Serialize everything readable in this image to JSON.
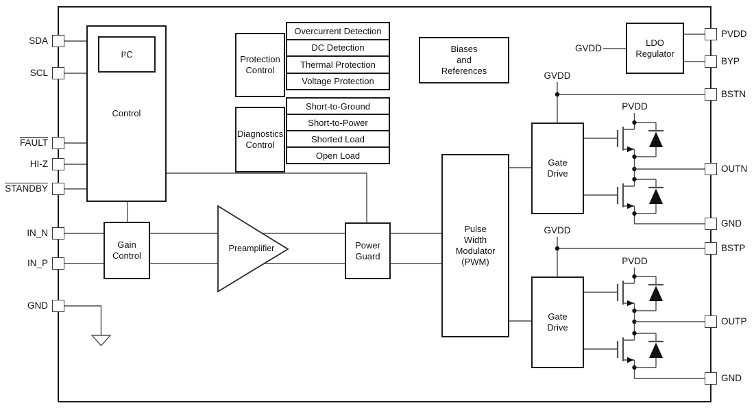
{
  "pins": {
    "left": [
      {
        "label": "SDA",
        "overline": false
      },
      {
        "label": "SCL",
        "overline": false
      },
      {
        "label": "FAULT",
        "overline": true
      },
      {
        "label": "HI-Z",
        "overline": false
      },
      {
        "label": "STANDBY",
        "overline": true
      },
      {
        "label": "IN_N",
        "overline": false
      },
      {
        "label": "IN_P",
        "overline": false
      },
      {
        "label": "GND",
        "overline": false
      }
    ],
    "right": [
      {
        "label": "PVDD"
      },
      {
        "label": "BYP"
      },
      {
        "label": "BSTN"
      },
      {
        "label": "OUTN"
      },
      {
        "label": "GND"
      },
      {
        "label": "BSTP"
      },
      {
        "label": "OUTP"
      },
      {
        "label": "GND"
      }
    ]
  },
  "blocks": {
    "control": "Control",
    "i2c": "I²C",
    "protection_control": "Protection\nControl",
    "diagnostics_control": "Diagnostics\nControl",
    "biases": "Biases\nand\nReferences",
    "ldo": "LDO\nRegulator",
    "gain_control": "Gain\nControl",
    "preamplifier": "Preamplifier",
    "power_guard": "Power\nGuard",
    "pwm": "Pulse\nWidth\nModulator\n(PWM)",
    "gate_drive_n": "Gate\nDrive",
    "gate_drive_p": "Gate\nDrive"
  },
  "protection_items": [
    "Overcurrent Detection",
    "DC Detection",
    "Thermal Protection",
    "Voltage Protection"
  ],
  "diagnostic_items": [
    "Short-to-Ground",
    "Short-to-Power",
    "Shorted Load",
    "Open Load"
  ],
  "nets": {
    "gvdd_ldo_input": "GVDD",
    "gvdd_bstn": "GVDD",
    "gvdd_bstp": "GVDD",
    "pvdd_half_bridge_n": "PVDD",
    "pvdd_half_bridge_p": "PVDD"
  }
}
